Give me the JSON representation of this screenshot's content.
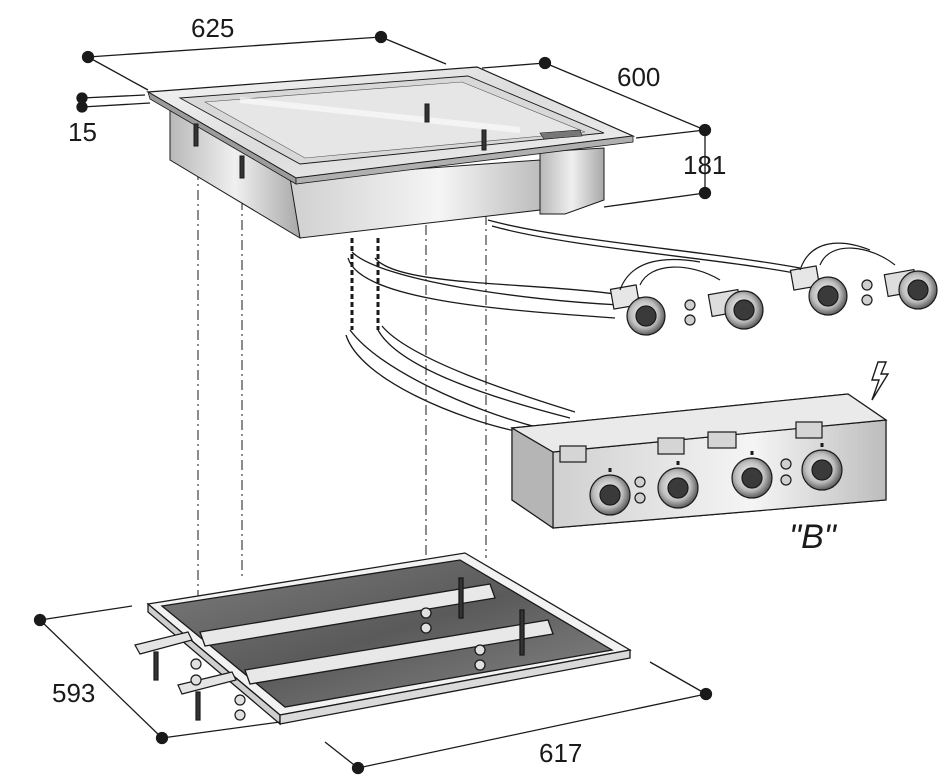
{
  "dimensions": {
    "top_width": "625",
    "top_depth": "600",
    "rim_thickness": "15",
    "body_height": "181",
    "frame_depth": "593",
    "frame_width": "617"
  },
  "detail_label": "\"B\"",
  "colors": {
    "line": "#1a1a1a",
    "steel_light": "#eeeeee",
    "steel_mid": "#c8c8c8",
    "steel_dark": "#9a9a9a",
    "frame_inner": "#6a6a6a"
  },
  "icons": {
    "warning": "lightning-bolt-icon"
  }
}
